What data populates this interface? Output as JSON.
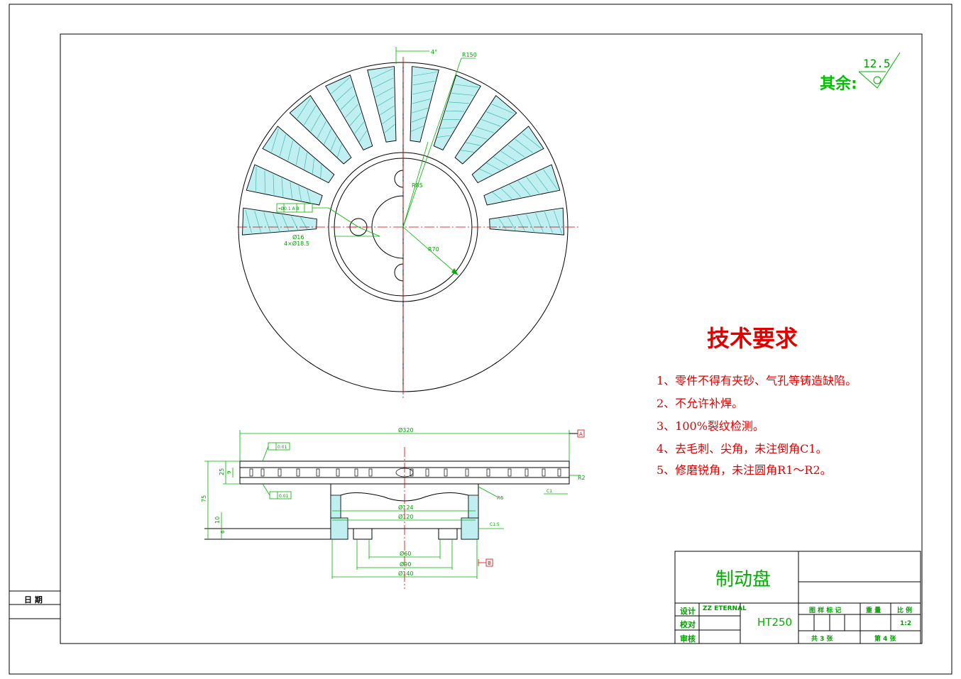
{
  "surface_finish": {
    "prefix": "其余:",
    "value": "12.5"
  },
  "tech_req": {
    "title": "技术要求",
    "items": [
      "1、零件不得有夹砂、气孔等铸造缺陷。",
      "2、不允许补焊。",
      "3、100%裂纹检测。",
      "4、去毛刺、尖角，未注倒角C1。",
      "5、修磨锐角，未注圆角R1～R2。"
    ]
  },
  "front_view": {
    "angle": "4°",
    "radius_outer": "R150",
    "radius_mid": "R85",
    "radius_hub": "R70",
    "hole_dia": "Ø16",
    "hole_pattern": "4×Ø18.5",
    "position_tol": "⌖Ø0.1 A B"
  },
  "section_view": {
    "dia_outer": "Ø320",
    "dia_124": "Ø124",
    "dia_120": "Ø120",
    "dia_60": "Ø60",
    "dia_90": "Ø90",
    "dia_140": "Ø140",
    "flat_top": "0.01",
    "flat_bottom": "0.01",
    "h_75": "75",
    "h_25": "25",
    "h_9": "9",
    "h_10": "10",
    "h_6": "6",
    "r2": "R2",
    "r6": "R6",
    "c1": "C1",
    "c1_5": "C1.5",
    "datum_a": "A",
    "datum_b": "B"
  },
  "title_block": {
    "part_name": "制动盘",
    "material": "HT250",
    "design_label": "设计",
    "designer": "ZZ ETERNAL",
    "check_label": "校对",
    "review_label": "审核",
    "date_label": "日 期",
    "marking_label": "图 样 标 记",
    "weight_label": "重 量",
    "scale_label": "比 例",
    "scale": "1:2",
    "total_sheets": "共 3 张",
    "sheet_no": "第 4 张"
  }
}
